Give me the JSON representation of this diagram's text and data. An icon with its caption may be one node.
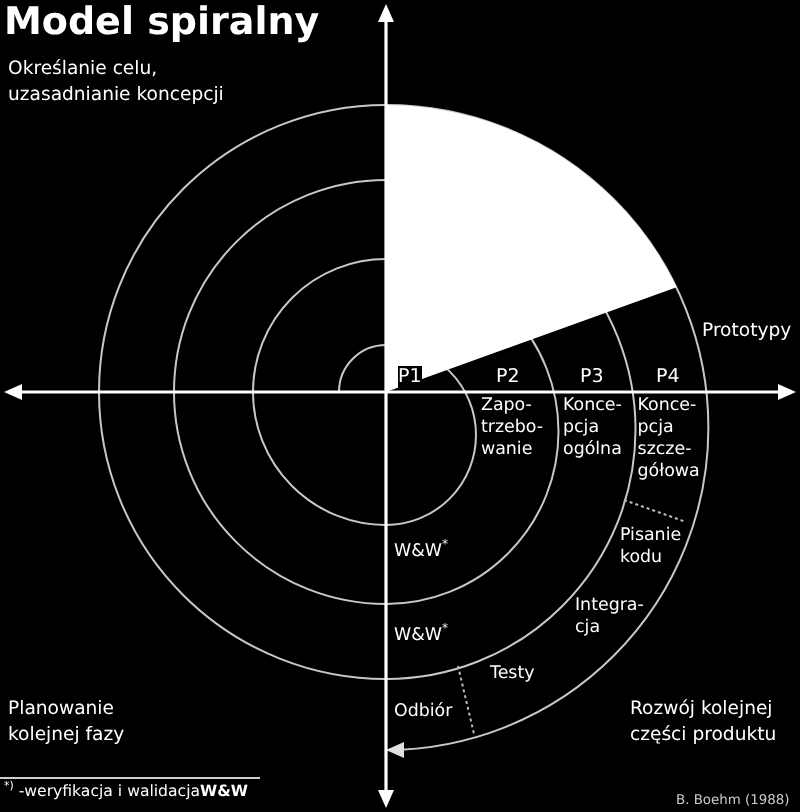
{
  "diagram": {
    "title": "Model spiralny",
    "labels": [
      "Określanie celu, uzasadnianie koncepcji",
      "Prototypy",
      "P1",
      "P2",
      "P3",
      "P4",
      "Zapo- trzebo- wanie",
      "Konce- pcja ogólna",
      "Konce- pcja szcze- gółowa",
      "Pisanie kodu",
      "W&W$^{*}$",
      "Integra- cja",
      "W&W$^{*}$",
      "Testy",
      "Planowanie kolejnej fazy",
      "Odbiór",
      "Rozwój kolejnej części produktu",
      "$^{*)}$ -weryfikacja i walidacja**W&W**",
      "B. Boehm (1988)"
    ]
  }
}
